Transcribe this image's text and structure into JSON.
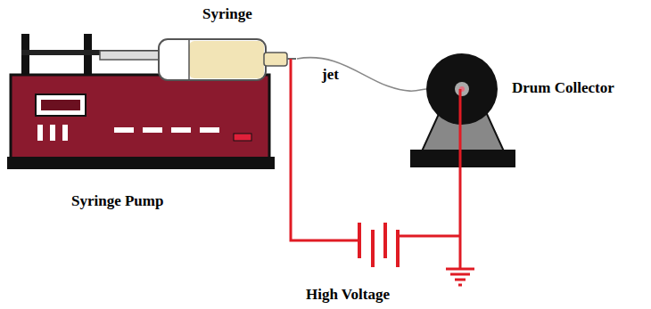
{
  "diagram": {
    "nodes": [
      {
        "text": [
          "Syringe"
        ]
      },
      {
        "text": [
          "Syringe Pump"
        ]
      },
      {
        "text": [
          "Drum Collector"
        ]
      }
    ],
    "edges": [
      {
        "from": 0,
        "to": 2,
        "label": "jet",
        "arrow": "none"
      }
    ],
    "labels": [
      "High Voltage"
    ]
  }
}
